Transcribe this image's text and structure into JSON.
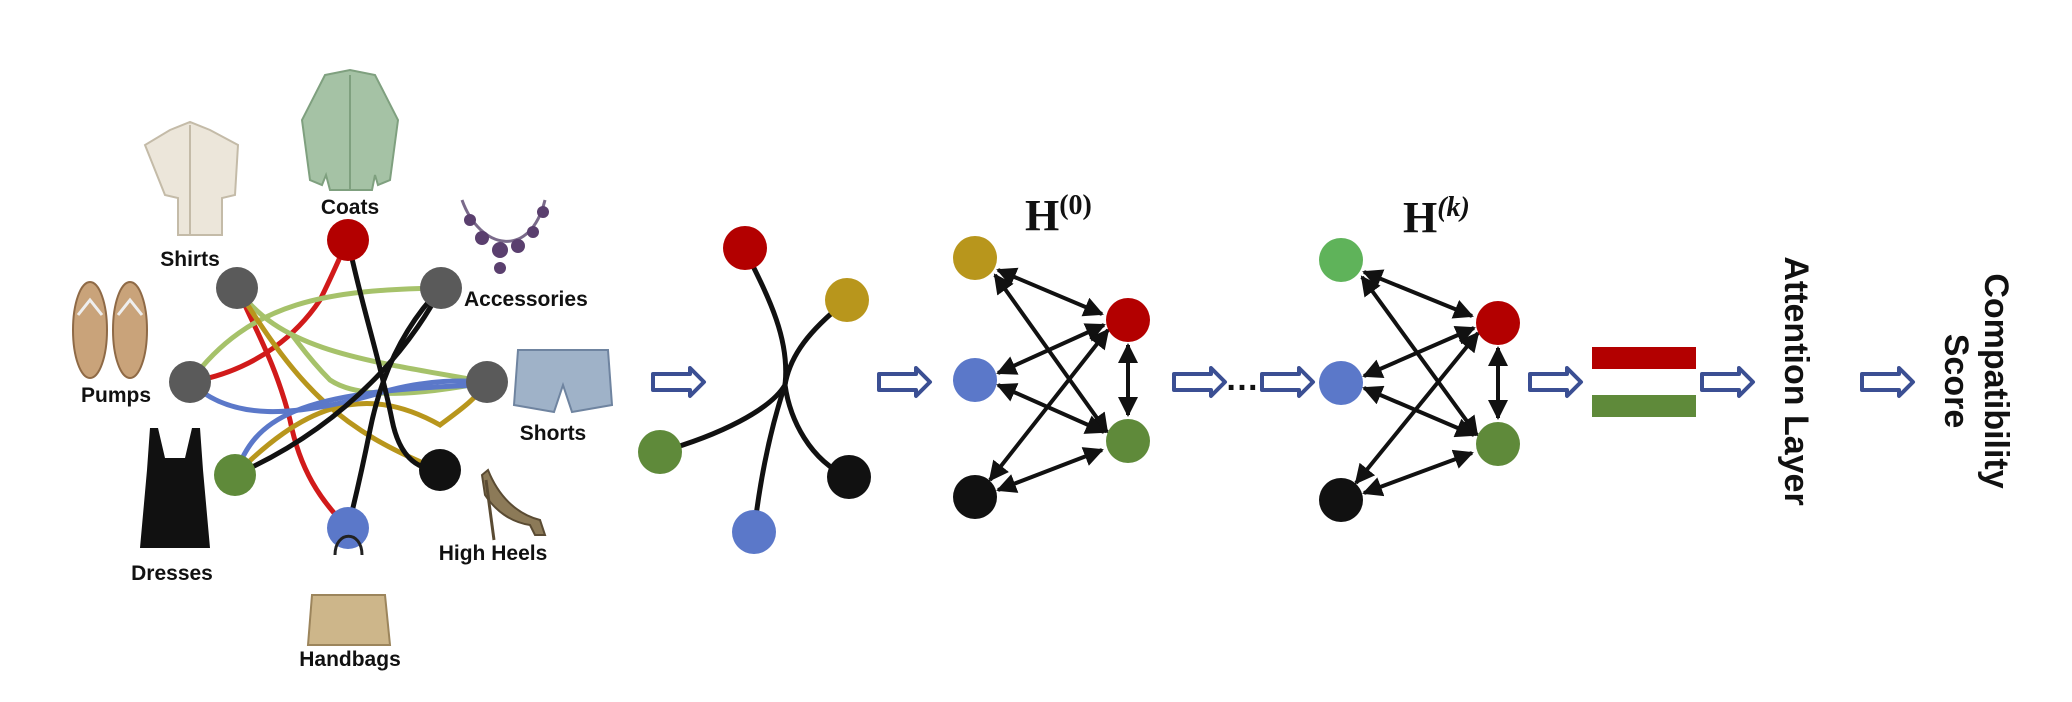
{
  "colors": {
    "red": "#b30000",
    "gold": "#b8961c",
    "blue": "#5b78c9",
    "green": "#5f8a3a",
    "lightgreen": "#5fb35a",
    "black": "#111111",
    "gray": "#5a5a5a",
    "arrow": "#3b4f93",
    "edge_lightgreen": "#a6c26a",
    "edge_gold": "#b8961c"
  },
  "category_labels": {
    "coats": "Coats",
    "shirts": "Shirts",
    "accessories": "Accessories",
    "pumps": "Pumps",
    "shorts": "Shorts",
    "dresses": "Dresses",
    "high_heels": "High Heels",
    "handbags": "Handbags"
  },
  "icons": {
    "coats": "coat-icon",
    "shirts": "shirt-icon",
    "accessories": "necklace-icon",
    "pumps": "sandals-icon",
    "shorts": "shorts-icon",
    "dresses": "dress-icon",
    "high_heels": "high-heel-icon",
    "handbags": "handbag-icon"
  },
  "stages": {
    "h0_label": "H",
    "h0_sup": "(0)",
    "hk_label": "H",
    "hk_sup": "(k)",
    "ellipsis": "…",
    "attention_label": "Attention Layer",
    "compat_line1": "Compatibility",
    "compat_line2": "Score"
  }
}
